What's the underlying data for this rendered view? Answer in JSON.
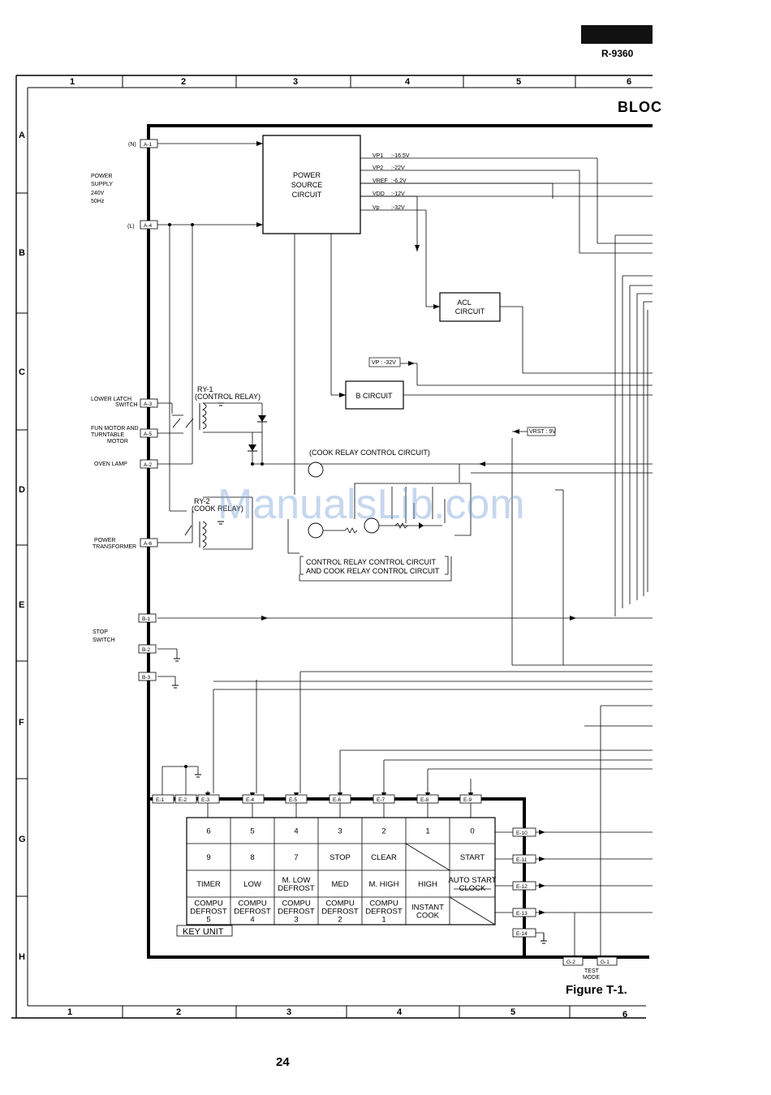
{
  "header": {
    "model": "R-9360",
    "title": "BLOC"
  },
  "grid": {
    "columns": [
      "1",
      "2",
      "3",
      "4",
      "5",
      "6"
    ],
    "rows": [
      "A",
      "B",
      "C",
      "D",
      "E",
      "F",
      "G",
      "H"
    ]
  },
  "terminals": {
    "a1": "A-1",
    "a4": "A-4",
    "a3": "A-3",
    "a5": "A-5",
    "a2": "A-2",
    "a6": "A-6",
    "b1": "B-1",
    "b2": "B-2",
    "b3": "B-3",
    "e1": "E-1",
    "e2": "E-2",
    "e3": "E-3",
    "e4": "E-4",
    "e5": "E-5",
    "e6": "E-6",
    "e7": "E-7",
    "e8": "E-8",
    "e9": "E-9",
    "e10": "E-10",
    "e11": "E-11",
    "e12": "E-12",
    "e13": "E-13",
    "e14": "E-14",
    "g2": "G-2",
    "g1": "G-1"
  },
  "labels": {
    "n": "(N)",
    "l": "(L)",
    "power_supply": [
      "POWER",
      "SUPPLY",
      "240V",
      "50Hz"
    ],
    "lower_latch": [
      "LOWER LATCH",
      "SWITCH"
    ],
    "fan_motor": [
      "FUN MOTOR AND",
      "TURNTABLE",
      "MOTOR"
    ],
    "oven_lamp": "OVEN LAMP",
    "power_transformer": [
      "POWER",
      "TRANSFORMER"
    ],
    "stop_switch": [
      "STOP",
      "SWITCH"
    ],
    "test_mode": [
      "TEST",
      "MODE"
    ]
  },
  "blocks": {
    "power_source": [
      "POWER",
      "SOURCE",
      "CIRCUIT"
    ],
    "acl": [
      "ACL",
      "CIRCUIT"
    ],
    "b_circuit": "B  CIRCUIT",
    "ry1": [
      "RY-1",
      "(CONTROL RELAY)"
    ],
    "ry2": [
      "RY-2",
      "(COOK RELAY)"
    ],
    "cook_relay_control": "(COOK RELAY CONTROL CIRCUIT)",
    "control_relay_control": [
      "CONTROL RELAY CONTROL CIRCUIT",
      "AND COOK RELAY CONTROL CIRCUIT"
    ],
    "key_unit": "KEY  UNIT"
  },
  "voltages": {
    "vp1": "VP1",
    "vp1_val": ":-16.5V",
    "vp2": "VP2",
    "vp2_val": ":-22V",
    "vref": "VREF",
    "vref_val": ":-6.2V",
    "vdd": "VDD",
    "vdd_val": ":-12V",
    "vp": "Vp",
    "vp_val": ":-32V",
    "vp_tag": "VP : -32V",
    "vrst_tag": "VRST : 9V"
  },
  "keypad": [
    [
      {
        "lines": [
          "6"
        ]
      },
      {
        "lines": [
          "5"
        ]
      },
      {
        "lines": [
          "4"
        ]
      },
      {
        "lines": [
          "3"
        ]
      },
      {
        "lines": [
          "2"
        ]
      },
      {
        "lines": [
          "1"
        ]
      },
      {
        "lines": [
          "0"
        ]
      }
    ],
    [
      {
        "lines": [
          "9"
        ]
      },
      {
        "lines": [
          "8"
        ]
      },
      {
        "lines": [
          "7"
        ]
      },
      {
        "lines": [
          "STOP"
        ]
      },
      {
        "lines": [
          "CLEAR"
        ]
      },
      {
        "lines": [
          ""
        ]
      },
      {
        "lines": [
          "START"
        ]
      }
    ],
    [
      {
        "lines": [
          "TIMER"
        ]
      },
      {
        "lines": [
          "LOW"
        ]
      },
      {
        "lines": [
          "M. LOW",
          "DEFROST"
        ]
      },
      {
        "lines": [
          "MED"
        ]
      },
      {
        "lines": [
          "M. HIGH"
        ]
      },
      {
        "lines": [
          "HIGH"
        ]
      },
      {
        "lines": [
          "AUTO START",
          "CLOCK"
        ]
      }
    ],
    [
      {
        "lines": [
          "COMPU",
          "DEFROST",
          "5"
        ]
      },
      {
        "lines": [
          "COMPU",
          "DEFROST",
          "4"
        ]
      },
      {
        "lines": [
          "COMPU",
          "DEFROST",
          "3"
        ]
      },
      {
        "lines": [
          "COMPU",
          "DEFROST",
          "2"
        ]
      },
      {
        "lines": [
          "COMPU",
          "DEFROST",
          "1"
        ]
      },
      {
        "lines": [
          "INSTANT",
          "COOK"
        ]
      },
      {
        "lines": [
          ""
        ]
      }
    ]
  ],
  "footer": {
    "figure": "Figure T-1.",
    "page": "24"
  },
  "watermark": "ManualsLib.com"
}
